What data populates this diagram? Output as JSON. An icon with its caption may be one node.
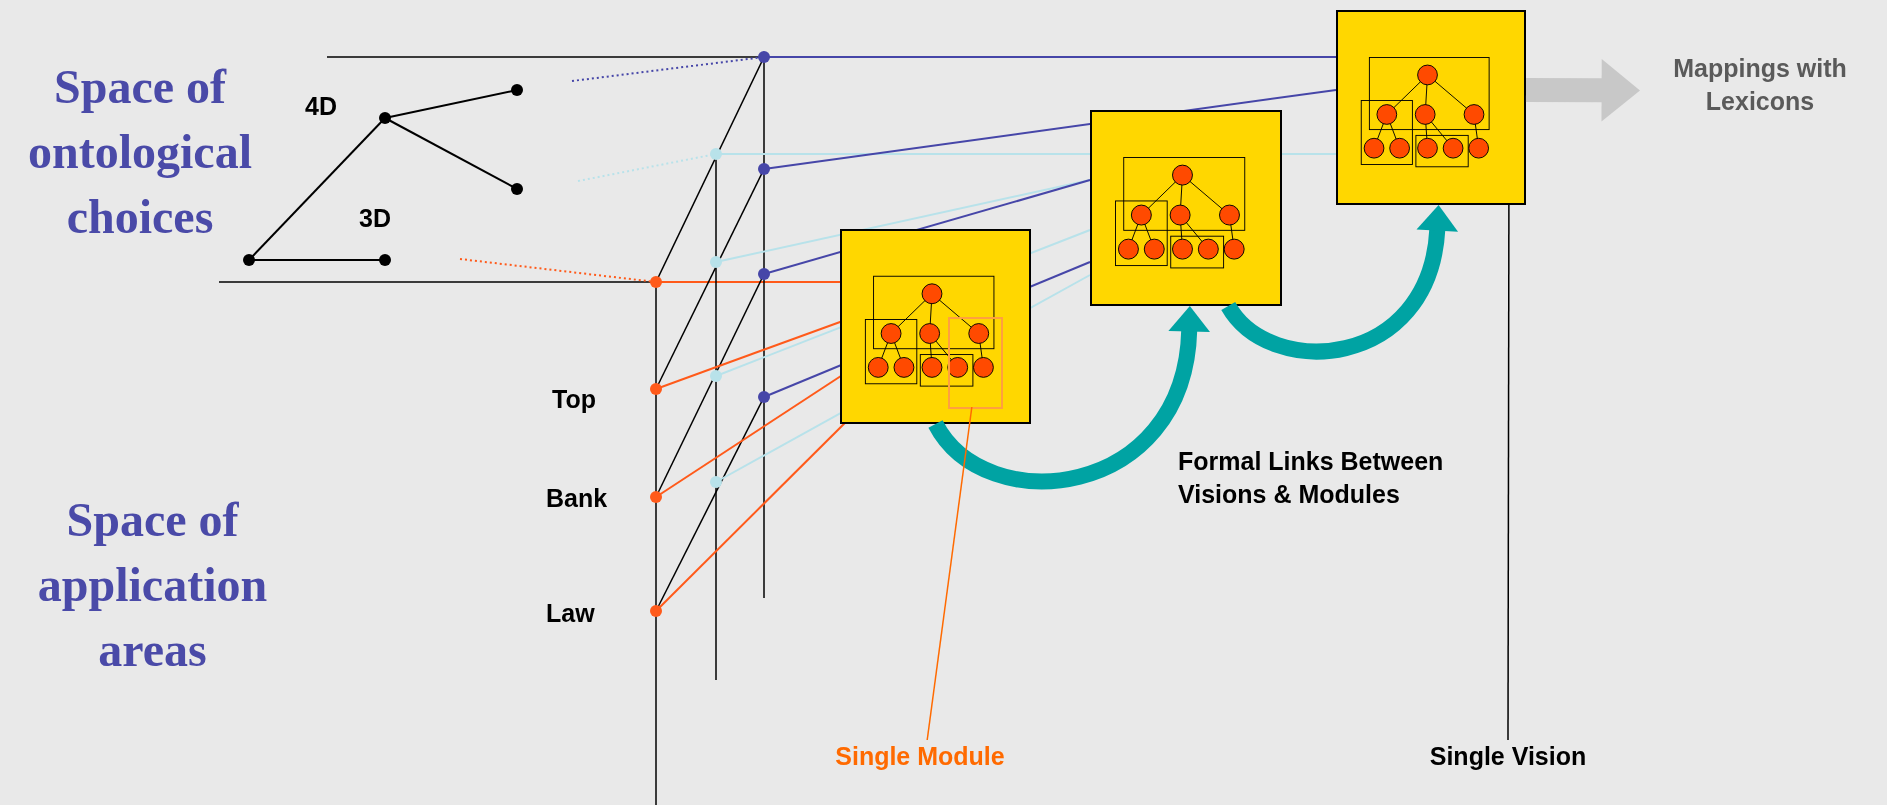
{
  "diagram": {
    "nodes": [
      {
        "text": [],
        "shape": "box"
      },
      {
        "text": [],
        "shape": "box"
      },
      {
        "text": [],
        "shape": "box"
      },
      {
        "text": [
          "Mappings with Lexicons"
        ]
      },
      {
        "text": [
          "Single Module"
        ]
      },
      {
        "text": [],
        "shape": "box",
        "in": 0
      },
      {
        "text": [
          "Single Vision"
        ]
      }
    ],
    "edges": [
      {
        "from": 0,
        "to": 1,
        "arrow": "to",
        "color": "#00a3a3"
      },
      {
        "from": 1,
        "to": 2,
        "arrow": "to",
        "color": "#00a3a3"
      },
      {
        "from": 2,
        "to": 3,
        "arrow": "to",
        "color": "#c8c8c8"
      },
      {
        "from": 4,
        "to": 5,
        "arrow": "none",
        "color": "#ff6a00"
      },
      {
        "from": 6,
        "to": 2,
        "arrow": "none",
        "color": "#000000"
      }
    ],
    "labels": [
      "Space of ontological choices",
      "4D",
      "3D",
      "Top",
      "Bank",
      "Law",
      "Space of application areas",
      "Formal Links Between Visions & Modules"
    ]
  }
}
